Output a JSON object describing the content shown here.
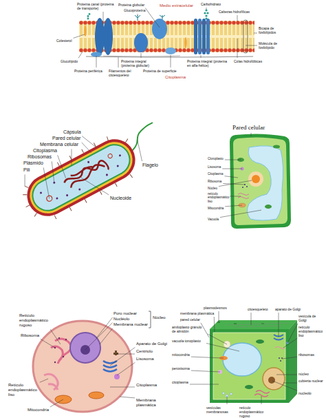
{
  "diagram": {
    "labels": [
      "Proteína canal (proteína de transporte)",
      "Proteína globular",
      "Glucoproteína",
      "Medio extracelular",
      "Carbohidrato",
      "Cabezas hidrofílicas",
      "Bicapa de fosfolípidos",
      "Molécula de fosfolípido",
      "Colesterol",
      "Glucolípido",
      "Proteína periférica",
      "Filamentos del citoesqueleto",
      "Proteína integral (proteína globular)",
      "Proteína de superficie",
      "Citoplasma",
      "Proteína integral (proteína en alfa-hélice)",
      "Colas hidrofóbicas",
      "Cápsula",
      "Pared celular",
      "Membrana celular",
      "Citoplasma",
      "Ribosomas",
      "Plásmido",
      "Pili",
      "Flagelo",
      "Nucleoide",
      "Pared celular",
      "Cloroplasto",
      "Lisosoma",
      "Citoplasma",
      "Ribosoma",
      "Núcleo",
      "retículo endoplasmático liso",
      "Mitocondria",
      "Vacuola",
      "Retículo endoplasmático rugoso",
      "Ribosoma",
      "Retículo endoplasmático liso",
      "Mitocondria",
      "Poro nuclear",
      "Nucléolo",
      "Membrana nuclear",
      "Núcleo",
      "Aparato de Golgi",
      "Centriolo",
      "Lisosoma",
      "Citoplasma",
      "Membrana plasmática",
      "plasmodesmos",
      "membrana plasmática",
      "pared celular",
      "amiloplasto gránulo de almidón",
      "vacuola tonoplasto",
      "mitocondria",
      "peroxisoma",
      "citoplasma",
      "vesículas membranosas",
      "retículo endoplasmático rugoso",
      "citoesqueleto",
      "aparato de Golgi",
      "vesícula de Golgi",
      "retículo endoplasmático liso",
      "ribosomas",
      "núcleo",
      "cubierta nuclear",
      "nucleolo"
    ]
  }
}
